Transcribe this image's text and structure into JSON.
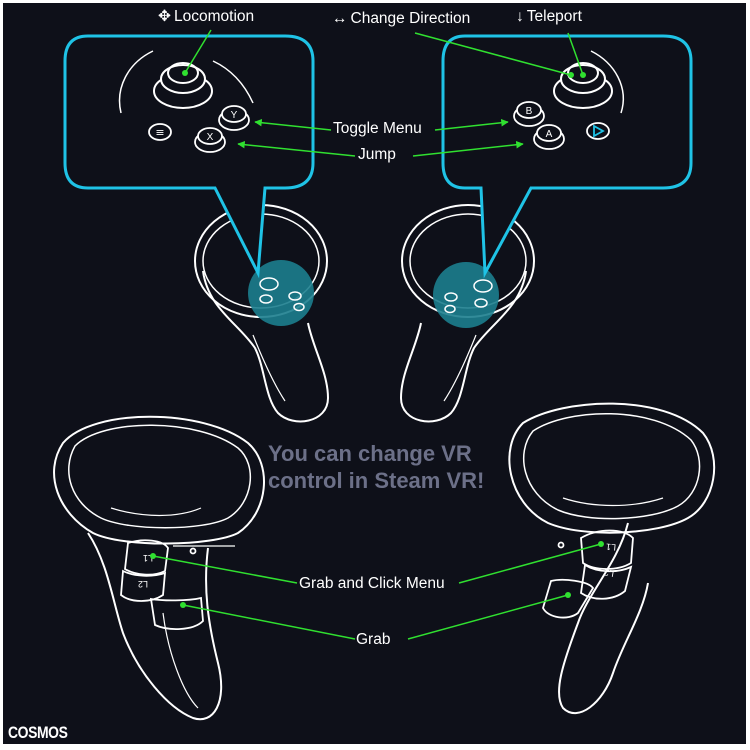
{
  "labels": {
    "locomotion": "Locomotion",
    "change_direction": "Change Direction",
    "teleport": "Teleport",
    "toggle_menu": "Toggle Menu",
    "jump": "Jump",
    "grab_and_click_menu": "Grab and Click Menu",
    "grab": "Grab"
  },
  "glyphs": {
    "locomotion": "✥",
    "change_direction": "↔",
    "teleport": "↓"
  },
  "buttons": {
    "left_top": "Y",
    "left_bottom": "X",
    "right_top": "B",
    "right_bottom": "A",
    "menu": "≡",
    "left_upper_trigger": "L1",
    "left_lower_trigger": "L2",
    "right_upper_trigger": "L1",
    "right_lower_trigger": "L2"
  },
  "note": "You can change VR control in Steam VR!",
  "brand": "COSMOS",
  "colors": {
    "background": "#0e1019",
    "callout": "#1fc3e6",
    "pointer": "#30e030",
    "line": "#ffffff",
    "note": "#6c7088",
    "highlight": "#1c7e8e"
  }
}
